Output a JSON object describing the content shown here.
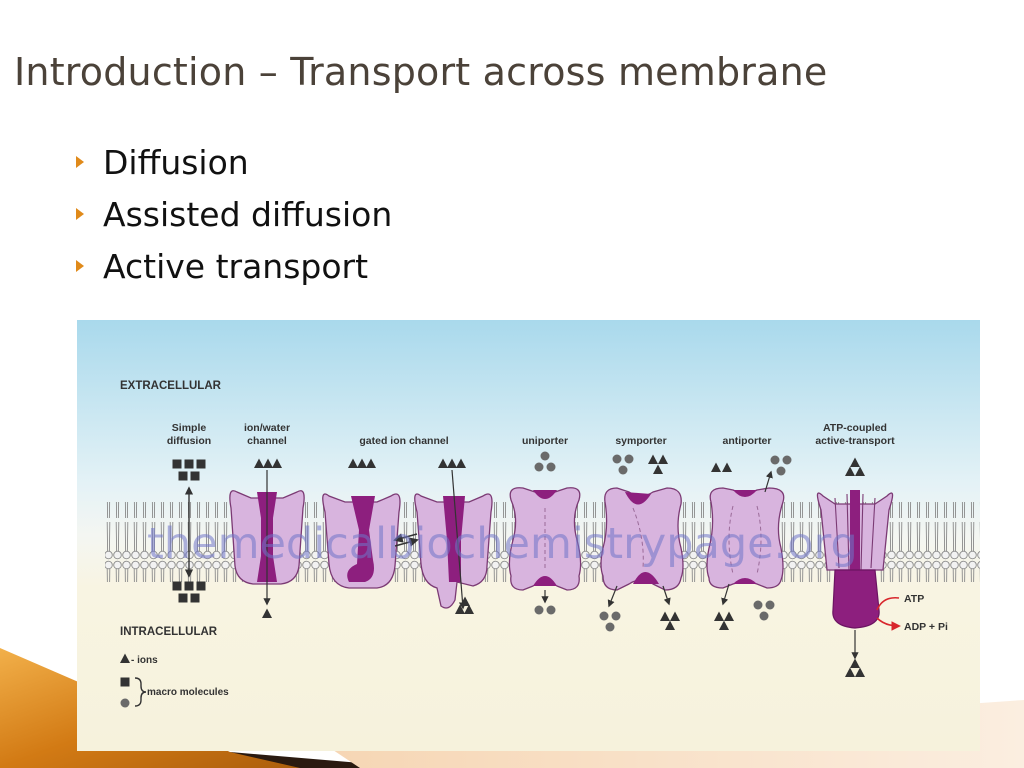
{
  "slide": {
    "title": "Introduction – Transport across membrane",
    "bullets": [
      "Diffusion",
      "Assisted diffusion",
      "Active transport"
    ],
    "colors": {
      "bullet_marker": "#e08a1a",
      "title": "#4b4239",
      "decor_orange": "#d8861a",
      "protein": "#d8b4de",
      "protein_core": "#8d1f7e"
    }
  },
  "figure": {
    "regions": {
      "extracellular": "EXTRACELLULAR",
      "intracellular": "INTRACELLULAR"
    },
    "transporters": [
      {
        "label_lines": [
          "Simple",
          "diffusion"
        ]
      },
      {
        "label_lines": [
          "ion/water",
          "channel"
        ]
      },
      {
        "label_lines": [
          "gated ion channel"
        ]
      },
      {
        "label_lines": [
          "uniporter"
        ]
      },
      {
        "label_lines": [
          "symporter"
        ]
      },
      {
        "label_lines": [
          "antiporter"
        ]
      },
      {
        "label_lines": [
          "ATP-coupled",
          "active-transport"
        ]
      }
    ],
    "atp": {
      "atp_label": "ATP",
      "products_label": "ADP + Pi"
    },
    "legend": {
      "ions": "- ions",
      "macro": "macro molecules"
    },
    "watermark": "themedicalbiochemistrypage.org"
  }
}
